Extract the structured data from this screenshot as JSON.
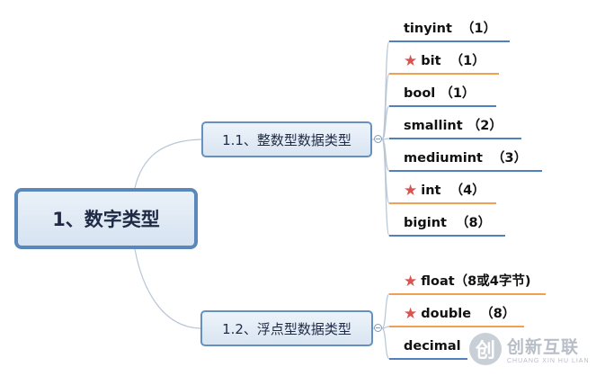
{
  "root": {
    "label": "1、数字类型"
  },
  "branches": [
    {
      "label": "1.1、整数型数据类型",
      "leaves": [
        {
          "label": "tinyint  （1）",
          "starred": false,
          "underline": "#4f81bd"
        },
        {
          "label": "bit  （1）",
          "starred": true,
          "underline": "#f0a050"
        },
        {
          "label": "bool （1）",
          "starred": false,
          "underline": "#4f81bd"
        },
        {
          "label": "smallint （2）",
          "starred": false,
          "underline": "#4f81bd"
        },
        {
          "label": "mediumint  （3）",
          "starred": false,
          "underline": "#4f81bd"
        },
        {
          "label": "int  （4）",
          "starred": true,
          "underline": "#f0a050"
        },
        {
          "label": "bigint  （8）",
          "starred": false,
          "underline": "#4f81bd"
        }
      ]
    },
    {
      "label": "1.2、浮点型数据类型",
      "leaves": [
        {
          "label": "float（8或4字节)",
          "starred": true,
          "underline": "#f0a050"
        },
        {
          "label": "double  （8）",
          "starred": true,
          "underline": "#f0a050"
        },
        {
          "label": "decimal",
          "starred": false,
          "underline": "#4f81bd"
        }
      ]
    }
  ],
  "colors": {
    "connector": "#b9c6d6",
    "accent_line": "#f0a050",
    "plain_line": "#4f81bd",
    "star": "#d9534f"
  },
  "icons": {
    "star": "star-icon",
    "toggle": "collapse-toggle-icon"
  },
  "watermark": {
    "logo": "创",
    "text": "创新互联",
    "subtext": "CHUANG XIN HU LIAN"
  }
}
